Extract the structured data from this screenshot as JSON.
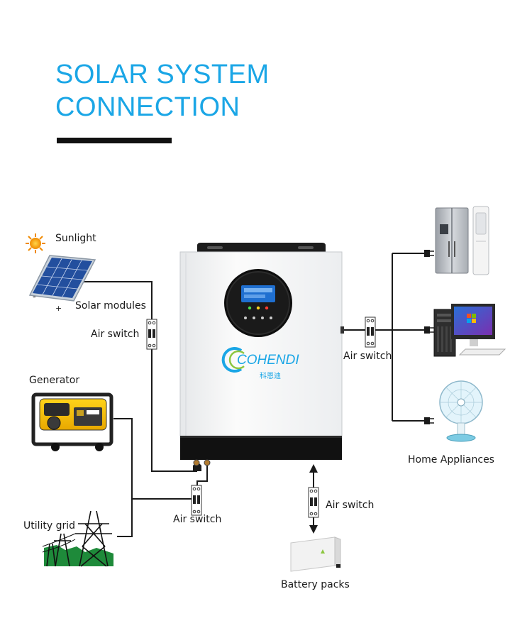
{
  "header": {
    "title_line1": "SOLAR SYSTEM",
    "title_line2": "CONNECTION",
    "title_color": "#1aa6e6"
  },
  "labels": {
    "sunlight": "Sunlight",
    "solar_modules": "Solar modules",
    "air_switch": "Air switch",
    "generator": "Generator",
    "utility_grid": "Utility grid",
    "battery_packs": "Battery packs",
    "home_appliances": "Home Appliances",
    "minus": "-",
    "plus": "+"
  },
  "inverter": {
    "brand": "COHENDI",
    "brand_cn": "科恩迪"
  },
  "colors": {
    "line": "#1a1a1a",
    "brand_blue": "#1aa6e6",
    "brand_green": "#8cc63f"
  }
}
